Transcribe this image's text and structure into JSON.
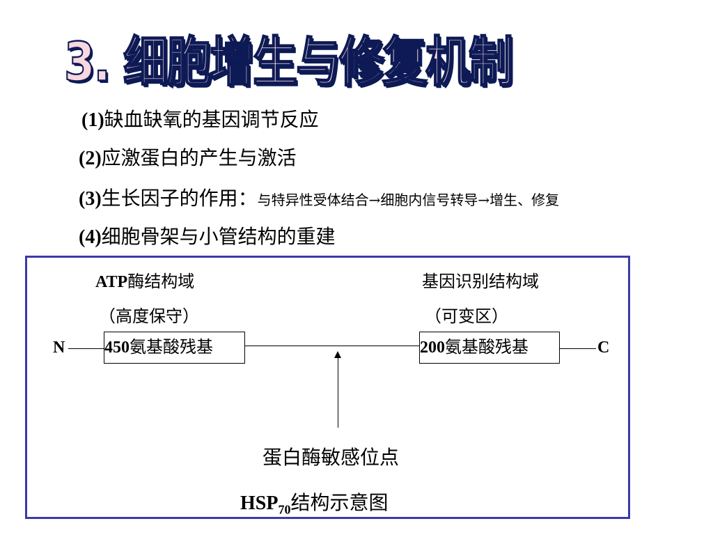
{
  "title": "3. 细胞增生与修复机制",
  "items": [
    {
      "num": "(1)",
      "text": "缺血缺氧的基因调节反应",
      "small": ""
    },
    {
      "num": "(2)",
      "text": "应激蛋白的产生与激活",
      "small": ""
    },
    {
      "num": "(3)",
      "text": "生长因子的作用：",
      "small": "与特异性受体结合→细胞内信号转导→增生、修复"
    },
    {
      "num": "(4)",
      "text": "细胞骨架与小管结构的重建",
      "small": ""
    }
  ],
  "diagram": {
    "left_domain": {
      "prefix": "ATP",
      "name": "酶结构域",
      "note": "（高度保守）"
    },
    "right_domain": {
      "name": "基因识别结构域",
      "note": "（可变区）"
    },
    "n_term": "N",
    "c_term": "C",
    "left_box": {
      "num": "450",
      "text": "氨基酸残基"
    },
    "right_box": {
      "num": "200",
      "text": "氨基酸残基"
    },
    "site_label": "蛋白酶敏感位点",
    "caption": {
      "main": "HSP",
      "sub": "70",
      "rest": "结构示意图"
    }
  }
}
